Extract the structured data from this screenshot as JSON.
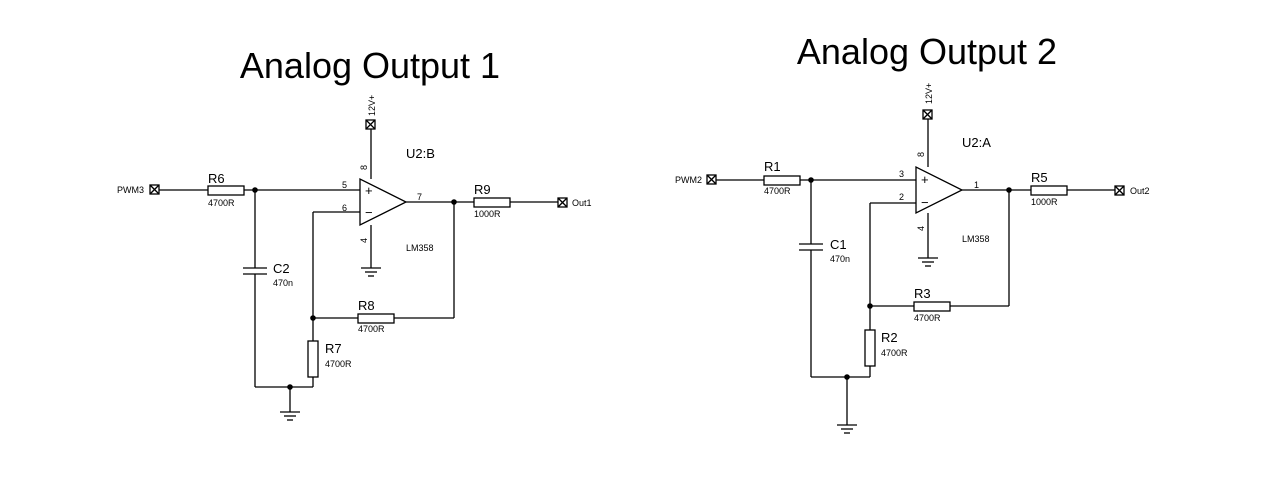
{
  "titles": {
    "left": "Analog Output 1",
    "right": "Analog Output 2"
  },
  "left": {
    "input": "PWM3",
    "output": "Out1",
    "supply": "12V+",
    "opamp": {
      "ref": "U2:B",
      "part": "LM358",
      "pin_plus": "5",
      "pin_minus": "6",
      "pin_out": "7",
      "pin_vcc": "8",
      "pin_gnd": "4"
    },
    "R6": {
      "ref": "R6",
      "value": "4700R"
    },
    "R9": {
      "ref": "R9",
      "value": "1000R"
    },
    "R8": {
      "ref": "R8",
      "value": "4700R"
    },
    "R7": {
      "ref": "R7",
      "value": "4700R"
    },
    "C2": {
      "ref": "C2",
      "value": "470n"
    },
    "plus_sign": "+",
    "minus_sign": "−"
  },
  "right": {
    "input": "PWM2",
    "output": "Out2",
    "supply": "12V+",
    "opamp": {
      "ref": "U2:A",
      "part": "LM358",
      "pin_plus": "3",
      "pin_minus": "2",
      "pin_out": "1",
      "pin_vcc": "8",
      "pin_gnd": "4"
    },
    "R1": {
      "ref": "R1",
      "value": "4700R"
    },
    "R5": {
      "ref": "R5",
      "value": "1000R"
    },
    "R3": {
      "ref": "R3",
      "value": "4700R"
    },
    "R2": {
      "ref": "R2",
      "value": "4700R"
    },
    "C1": {
      "ref": "C1",
      "value": "470n"
    },
    "plus_sign": "+",
    "minus_sign": "−"
  }
}
